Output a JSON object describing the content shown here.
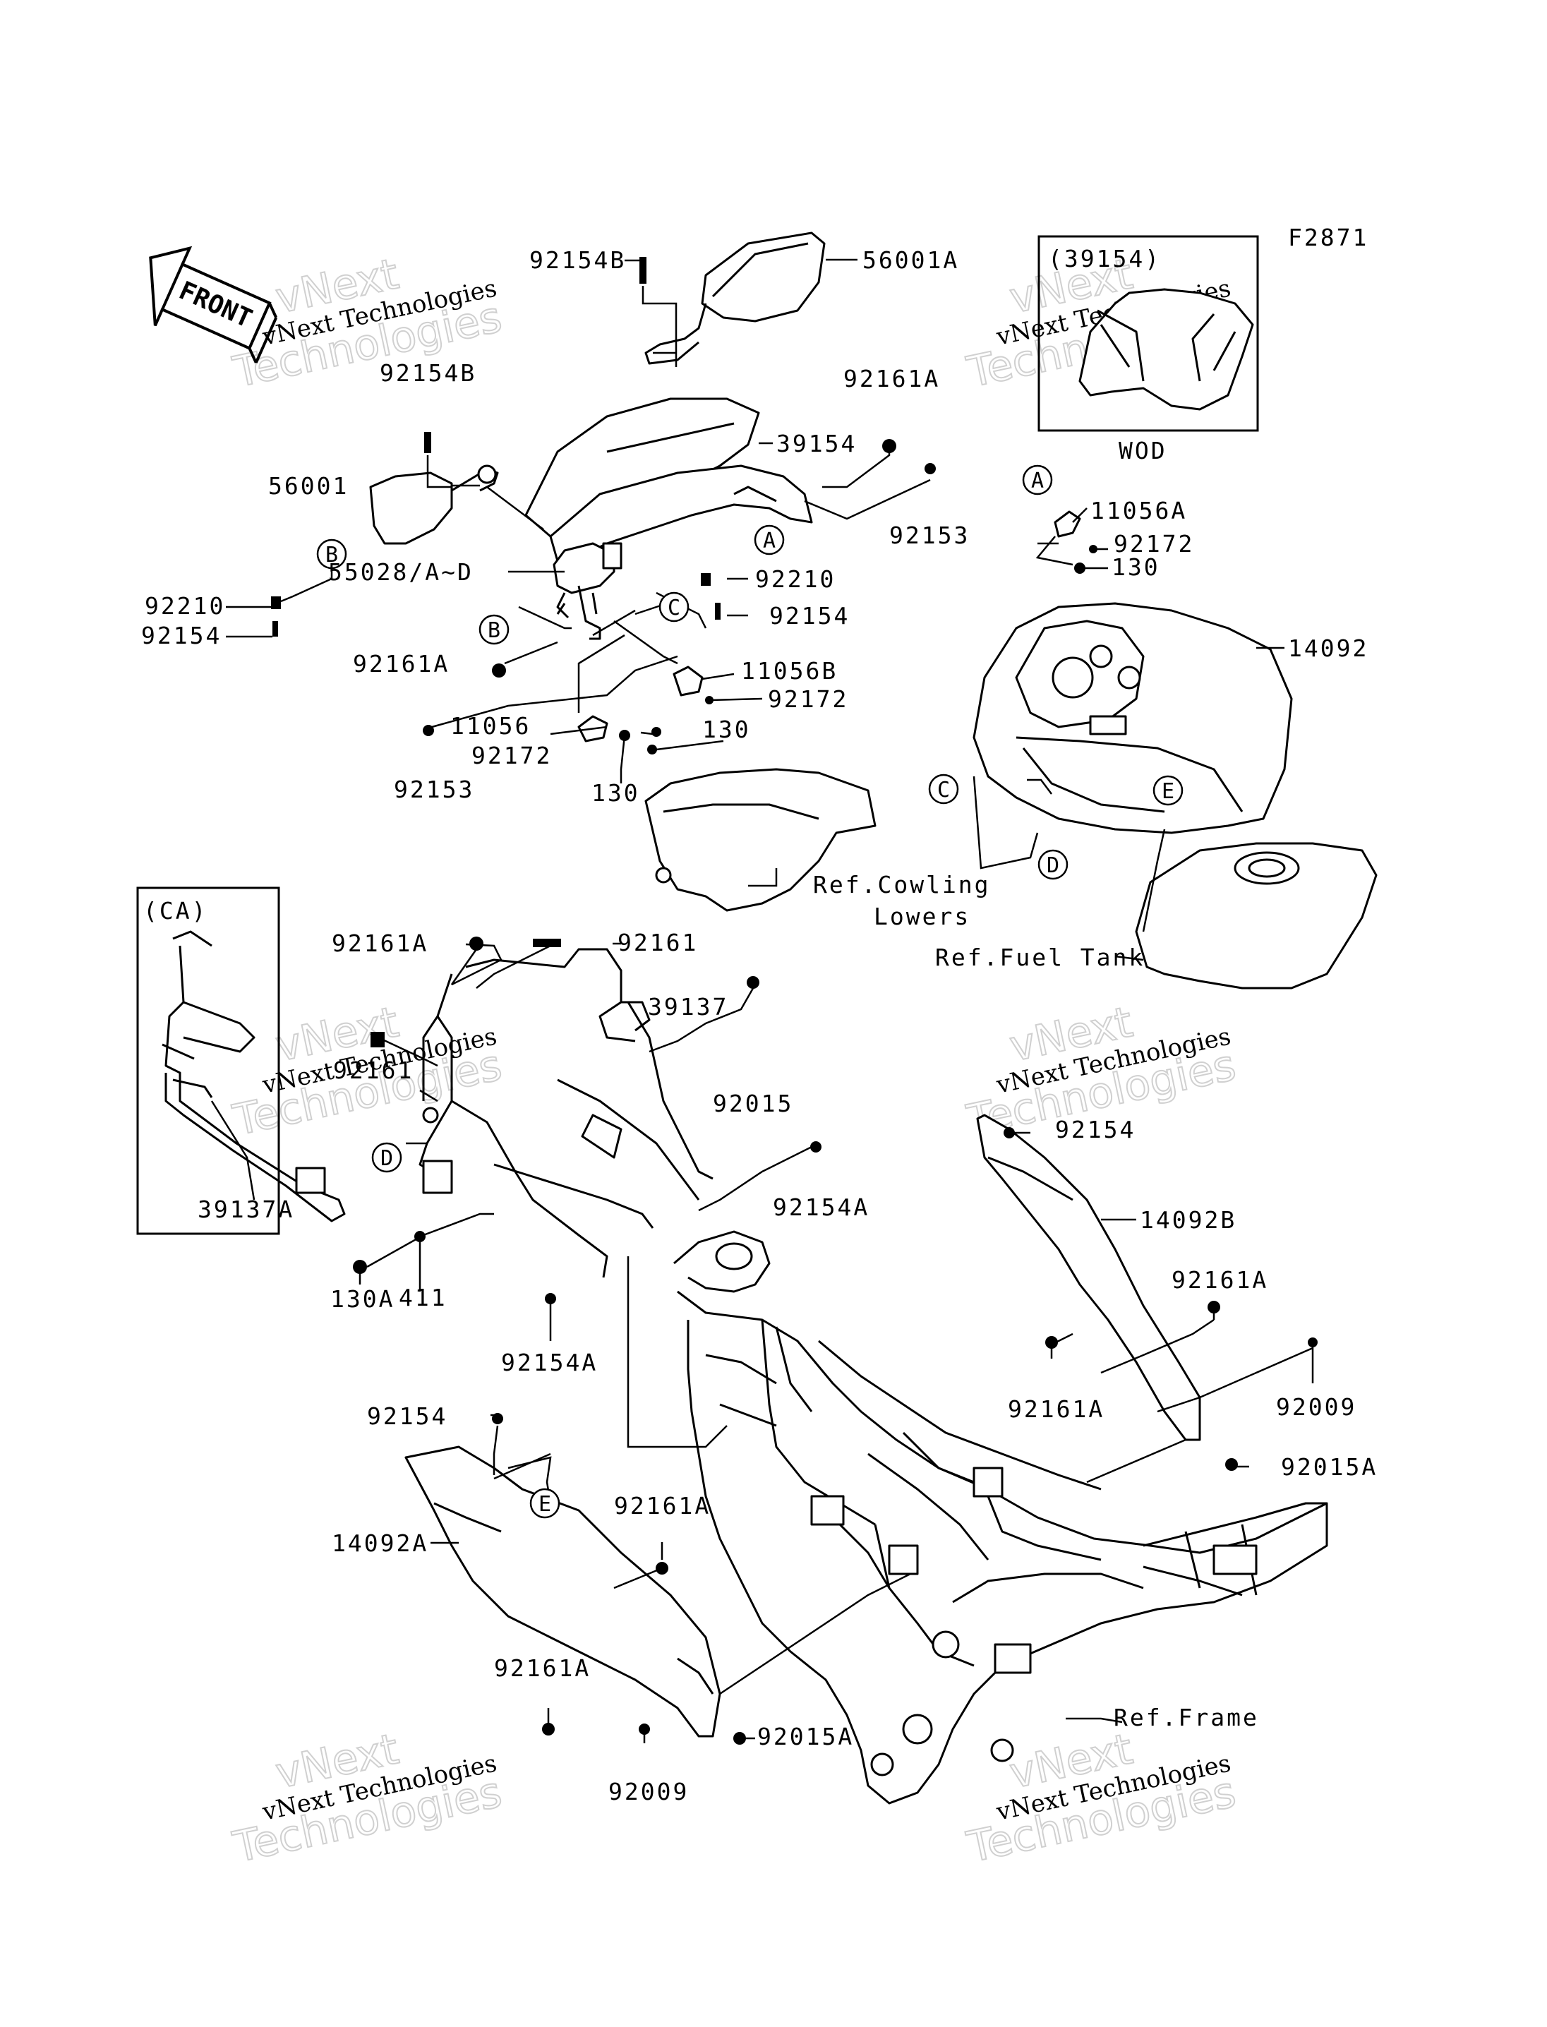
{
  "figure_code": "F2871",
  "watermark": {
    "line1": "vNext Technologies",
    "line2": "vNext",
    "line3": "Technologies"
  },
  "front_arrow": "FRONT",
  "boxes": {
    "wod": {
      "code": "(39154)",
      "caption": "WOD"
    },
    "ca": {
      "code": "(CA)"
    }
  },
  "callouts": [
    "A",
    "B",
    "C",
    "D",
    "E"
  ],
  "labels": {
    "p92154B_top": "92154B",
    "p56001A": "56001A",
    "p92154B_left": "92154B",
    "p39154": "39154",
    "p56001": "56001",
    "p92161A_top": "92161A",
    "p92153_right": "92153",
    "p55028": "55028/A~D",
    "p92210_mid": "92210",
    "p92154_mid": "92154",
    "p92210_left": "92210",
    "p92154_left": "92154",
    "p92161A_mid": "92161A",
    "p11056B": "11056B",
    "p92172_mid": "92172",
    "p11056": "11056",
    "p130_mid": "130",
    "p92172_low": "92172",
    "p92153_low": "92153",
    "p130_low": "130",
    "p11056A": "11056A",
    "p92172_right": "92172",
    "p130_right": "130",
    "p14092": "14092",
    "ref_cowling_1": "Ref.Cowling",
    "ref_cowling_2": "Lowers",
    "ref_fuel_tank": "Ref.Fuel Tank",
    "p92161A_frame": "92161A",
    "p92161_frame": "92161",
    "p39137": "39137",
    "p92161_left": "92161",
    "p92015": "92015",
    "p92154A_mid": "92154A",
    "p39137A": "39137A",
    "p130A": "130A",
    "p411": "411",
    "p92154A_low": "92154A",
    "p92154_right": "92154",
    "p14092B": "14092B",
    "p92161A_right": "92161A",
    "p92161A_right2": "92161A",
    "p92009_right": "92009",
    "p92015A_right": "92015A",
    "p92154_low": "92154",
    "p14092A": "14092A",
    "p92161A_low": "92161A",
    "p92161A_low2": "92161A",
    "p92015A_low": "92015A",
    "p92009_low": "92009",
    "ref_frame": "Ref.Frame"
  }
}
